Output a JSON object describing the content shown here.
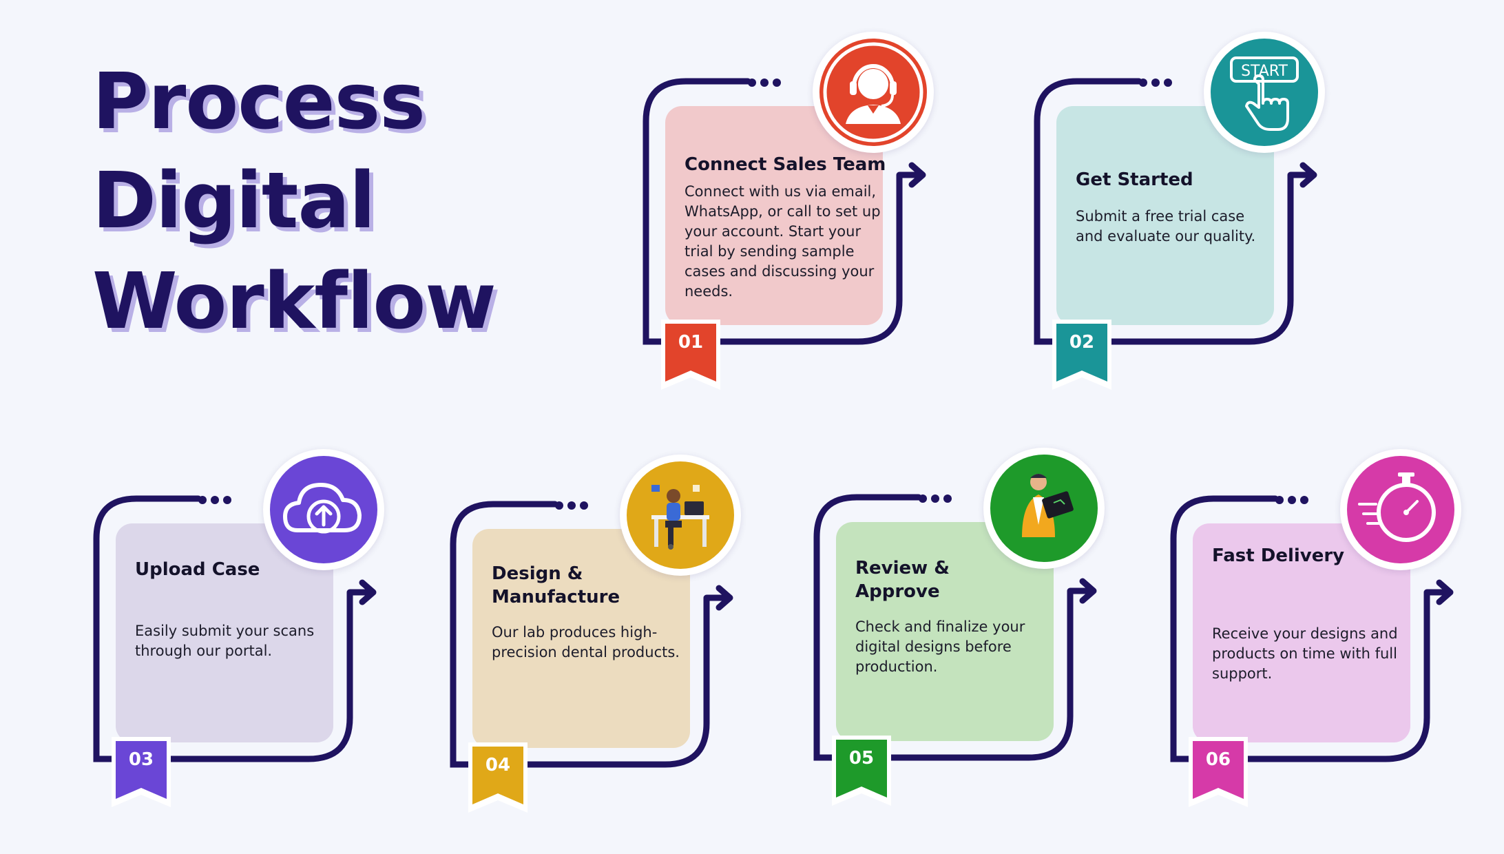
{
  "title": {
    "line1": "Process",
    "line2": "Digital",
    "line3": "Workflow"
  },
  "steps": [
    {
      "number": "01",
      "title": "Connect Sales Team",
      "description": "Connect with us via email, WhatsApp, or call to set up your account. Start your trial by sending sample cases and discussing your needs.",
      "icon": "headset-support-icon",
      "card_color": "#f1c9cb",
      "accent_color": "#e2442b"
    },
    {
      "number": "02",
      "title": "Get Started",
      "description": "Submit a free trial case and evaluate our quality.",
      "icon": "start-button-click-icon",
      "card_color": "#c7e5e4",
      "accent_color": "#1a9598"
    },
    {
      "number": "03",
      "title": "Upload Case",
      "description": "Easily submit your scans through our portal.",
      "icon": "cloud-upload-icon",
      "card_color": "#dcd7ea",
      "accent_color": "#6a46d6"
    },
    {
      "number": "04",
      "title": "Design & Manufacture",
      "description": "Our lab produces high-precision dental products.",
      "icon": "designer-at-desk-icon",
      "card_color": "#ecdcbf",
      "accent_color": "#e0a818"
    },
    {
      "number": "05",
      "title": "Review & Approve",
      "description": "Check and finalize your digital designs before production.",
      "icon": "person-reviewing-tablet-icon",
      "card_color": "#c4e3bd",
      "accent_color": "#1e9a2a"
    },
    {
      "number": "06",
      "title": "Fast Delivery",
      "description": "Receive your designs and products on time with full support.",
      "icon": "stopwatch-speed-icon",
      "card_color": "#ebc8ec",
      "accent_color": "#d63aa8"
    }
  ],
  "colors": {
    "frame": "#1f1360",
    "background": "#f4f6fc"
  }
}
